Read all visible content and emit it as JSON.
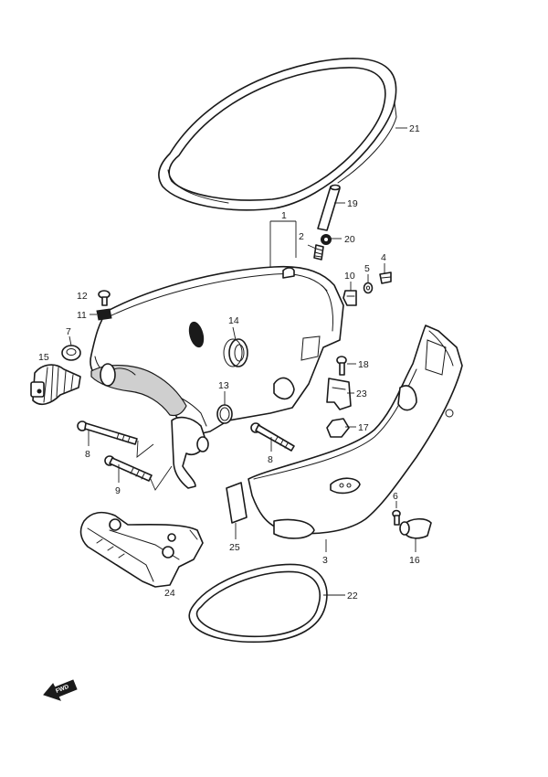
{
  "diagram": {
    "callouts": [
      {
        "id": "c1",
        "label": "1"
      },
      {
        "id": "c2",
        "label": "2"
      },
      {
        "id": "c3",
        "label": "3"
      },
      {
        "id": "c4",
        "label": "4"
      },
      {
        "id": "c5",
        "label": "5"
      },
      {
        "id": "c6",
        "label": "6"
      },
      {
        "id": "c7",
        "label": "7"
      },
      {
        "id": "c8a",
        "label": "8"
      },
      {
        "id": "c8b",
        "label": "8"
      },
      {
        "id": "c9",
        "label": "9"
      },
      {
        "id": "c10",
        "label": "10"
      },
      {
        "id": "c11",
        "label": "11"
      },
      {
        "id": "c12",
        "label": "12"
      },
      {
        "id": "c13",
        "label": "13"
      },
      {
        "id": "c14",
        "label": "14"
      },
      {
        "id": "c15",
        "label": "15"
      },
      {
        "id": "c16",
        "label": "16"
      },
      {
        "id": "c17",
        "label": "17"
      },
      {
        "id": "c18",
        "label": "18"
      },
      {
        "id": "c19",
        "label": "19"
      },
      {
        "id": "c20",
        "label": "20"
      },
      {
        "id": "c21",
        "label": "21"
      },
      {
        "id": "c22",
        "label": "22"
      },
      {
        "id": "c23",
        "label": "23"
      },
      {
        "id": "c24",
        "label": "24"
      },
      {
        "id": "c25",
        "label": "25"
      }
    ],
    "direction_badge": "FWD"
  }
}
